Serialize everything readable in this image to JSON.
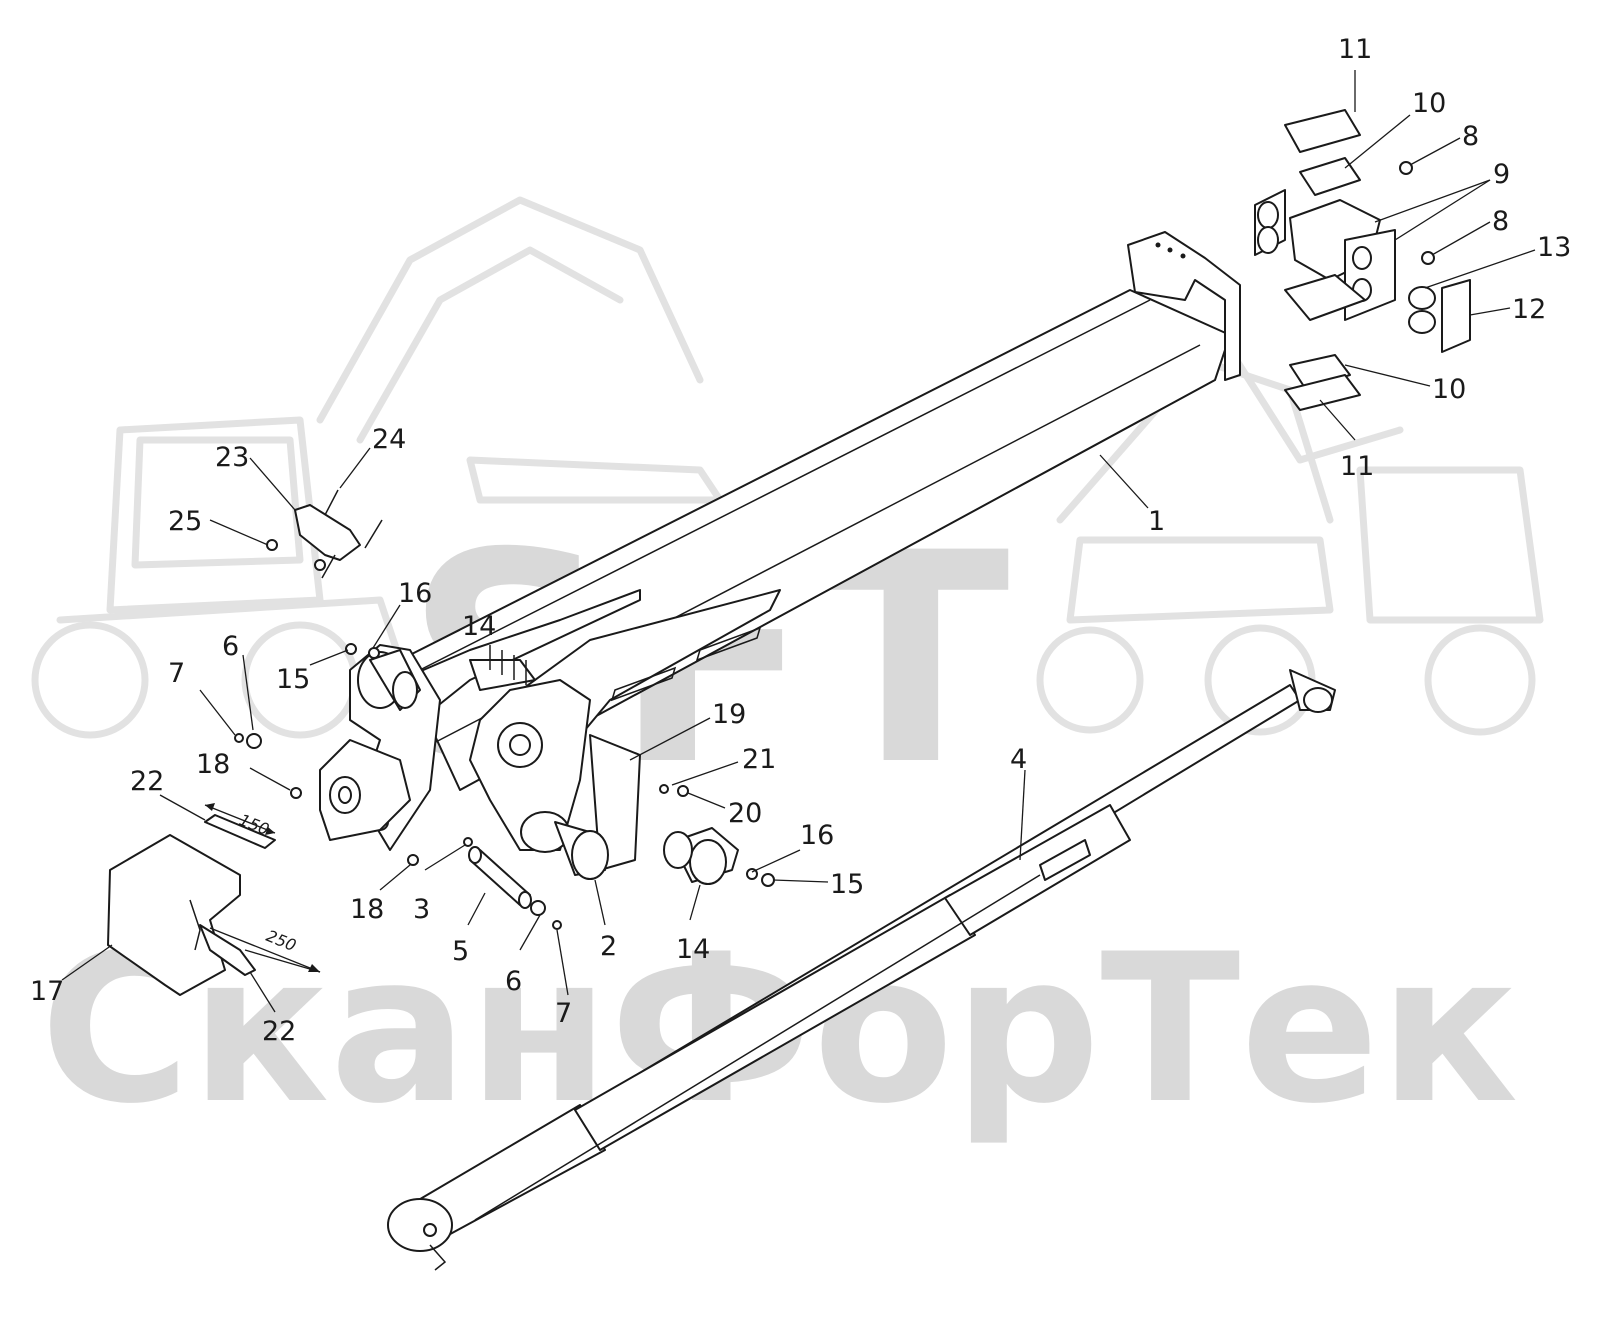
{
  "watermark": {
    "logo_letters": "SFT",
    "brand": "СканФорТек"
  },
  "callouts": [
    {
      "id": "c11a",
      "text": "11"
    },
    {
      "id": "c10a",
      "text": "10"
    },
    {
      "id": "c8a",
      "text": "8"
    },
    {
      "id": "c9",
      "text": "9"
    },
    {
      "id": "c8b",
      "text": "8"
    },
    {
      "id": "c13",
      "text": "13"
    },
    {
      "id": "c12",
      "text": "12"
    },
    {
      "id": "c10b",
      "text": "10"
    },
    {
      "id": "c11b",
      "text": "11"
    },
    {
      "id": "c1",
      "text": "1"
    },
    {
      "id": "c24",
      "text": "24"
    },
    {
      "id": "c23",
      "text": "23"
    },
    {
      "id": "c25",
      "text": "25"
    },
    {
      "id": "c16a",
      "text": "16"
    },
    {
      "id": "c14a",
      "text": "14"
    },
    {
      "id": "c15a",
      "text": "15"
    },
    {
      "id": "c6a",
      "text": "6"
    },
    {
      "id": "c7a",
      "text": "7"
    },
    {
      "id": "c18a",
      "text": "18"
    },
    {
      "id": "c22a",
      "text": "22"
    },
    {
      "id": "c19",
      "text": "19"
    },
    {
      "id": "c21",
      "text": "21"
    },
    {
      "id": "c20",
      "text": "20"
    },
    {
      "id": "c4",
      "text": "4"
    },
    {
      "id": "c16b",
      "text": "16"
    },
    {
      "id": "c15b",
      "text": "15"
    },
    {
      "id": "c14b",
      "text": "14"
    },
    {
      "id": "c18b",
      "text": "18"
    },
    {
      "id": "c3",
      "text": "3"
    },
    {
      "id": "c5",
      "text": "5"
    },
    {
      "id": "c6b",
      "text": "6"
    },
    {
      "id": "c7b",
      "text": "7"
    },
    {
      "id": "c2",
      "text": "2"
    },
    {
      "id": "c17",
      "text": "17"
    },
    {
      "id": "c22b",
      "text": "22"
    }
  ],
  "dimensions": {
    "d150": "150",
    "d250": "250"
  }
}
